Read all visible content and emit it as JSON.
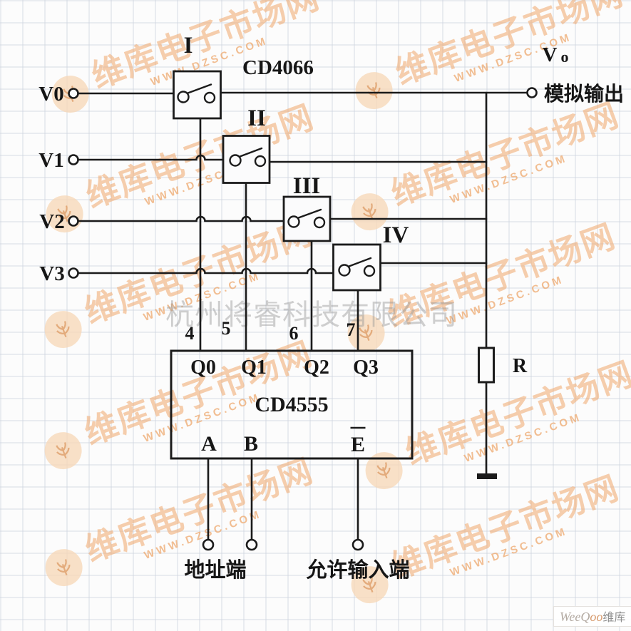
{
  "watermark": {
    "brand": "维库电子市场网",
    "url": "WWW.DZSC.COM",
    "company": "杭州将睿科技有限公司",
    "badge_latin": "WeeQ",
    "badge_oo": "oo",
    "badge_cjk": "维库"
  },
  "circuit": {
    "analog_switch_ic": "CD4066",
    "decoder_ic": "CD4555",
    "switch_labels": [
      "I",
      "II",
      "III",
      "IV"
    ],
    "input_labels": [
      "V0",
      "V1",
      "V2",
      "V3"
    ],
    "output_label": "V",
    "output_label_sub": "o",
    "output_name": "模拟输出",
    "q_outputs": [
      "Q0",
      "Q1",
      "Q2",
      "Q3"
    ],
    "pin_numbers": [
      "4",
      "5",
      "6",
      "7"
    ],
    "ab_inputs": [
      "A",
      "B"
    ],
    "enable_input": "E",
    "resistor_label": "R",
    "address_terminal": "地址端",
    "enable_terminal": "允许输入端",
    "colors": {
      "wire": "#1b1b1b",
      "watermark_orange": "#f0ad76",
      "watermark_gray": "#969696"
    }
  }
}
